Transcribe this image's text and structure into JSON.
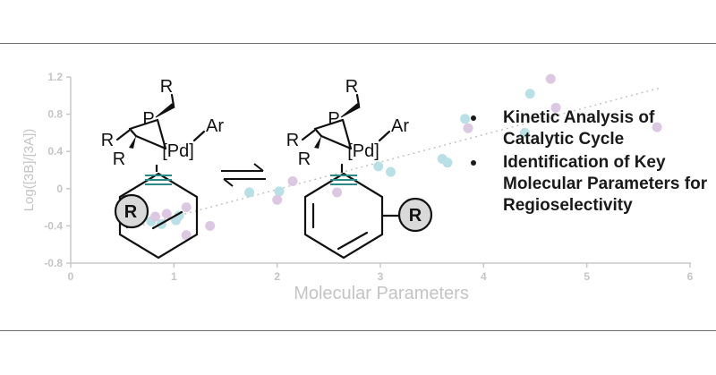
{
  "chart_data": {
    "type": "scatter",
    "xlabel": "Molecular Parameters",
    "ylabel": "Log([3B]/[3A])",
    "xlim": [
      0,
      6
    ],
    "ylim": [
      -0.8,
      1.2
    ],
    "x_ticks": [
      "0",
      "1",
      "2",
      "3",
      "4",
      "5",
      "6"
    ],
    "y_ticks": [
      "1.2",
      "0.8",
      "0.4",
      "0",
      "-0.4",
      "-0.8"
    ],
    "grid": false,
    "trendline": {
      "x": [
        0.6,
        5.7
      ],
      "y": [
        -0.42,
        1.08
      ]
    },
    "series": [
      {
        "color": "#b9e0e6",
        "points": [
          {
            "x": 0.78,
            "y": -0.35
          },
          {
            "x": 0.88,
            "y": -0.38
          },
          {
            "x": 1.02,
            "y": -0.34
          },
          {
            "x": 1.05,
            "y": -0.29
          },
          {
            "x": 1.73,
            "y": -0.04
          },
          {
            "x": 2.02,
            "y": -0.03
          },
          {
            "x": 2.98,
            "y": 0.24
          },
          {
            "x": 3.1,
            "y": 0.18
          },
          {
            "x": 3.6,
            "y": 0.32
          },
          {
            "x": 3.65,
            "y": 0.28
          },
          {
            "x": 3.82,
            "y": 0.75
          },
          {
            "x": 4.45,
            "y": 1.02
          },
          {
            "x": 4.4,
            "y": 0.6
          }
        ]
      },
      {
        "color": "#ddc8e3",
        "points": [
          {
            "x": 0.82,
            "y": -0.3
          },
          {
            "x": 0.93,
            "y": -0.27
          },
          {
            "x": 1.12,
            "y": -0.5
          },
          {
            "x": 1.35,
            "y": -0.4
          },
          {
            "x": 1.12,
            "y": -0.2
          },
          {
            "x": 2.0,
            "y": -0.12
          },
          {
            "x": 2.15,
            "y": 0.08
          },
          {
            "x": 2.58,
            "y": -0.04
          },
          {
            "x": 3.85,
            "y": 0.65
          },
          {
            "x": 4.65,
            "y": 1.18
          },
          {
            "x": 4.7,
            "y": 0.87
          },
          {
            "x": 5.68,
            "y": 0.66
          }
        ]
      }
    ]
  },
  "scheme": {
    "left": {
      "P": "P",
      "R_top": "R",
      "R_left": "R",
      "R_below": "R",
      "Pd": "[Pd]",
      "Ar": "Ar",
      "R_ring": "R"
    },
    "right": {
      "P": "P",
      "R_top": "R",
      "R_left": "R",
      "R_below": "R",
      "Pd": "[Pd]",
      "Ar": "Ar",
      "R_ring": "R"
    },
    "alkyne_color": "#2a8a86",
    "ring_highlight": "#d9d9d9"
  },
  "bullets": [
    "Kinetic Analysis of Catalytic Cycle",
    "Identification of Key Molecular Parameters for Regioselectivity"
  ],
  "colors": {
    "axis": "#c8c8c8",
    "axis_text": "#c4c4c4",
    "rule": "#6f6f6f"
  }
}
